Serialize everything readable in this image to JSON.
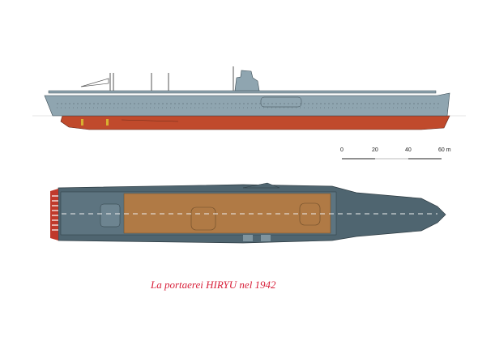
{
  "caption": "La portaerei HIRYU nel 1942",
  "scale_bar": {
    "labels": [
      "0",
      "20",
      "40",
      "60 m"
    ],
    "unit": "m"
  },
  "colors": {
    "hull_gray": "#8fa5b0",
    "hull_red": "#c04a2c",
    "deck_wood": "#b07a45",
    "deck_steel": "#4f6570",
    "caption": "#d8203a"
  }
}
